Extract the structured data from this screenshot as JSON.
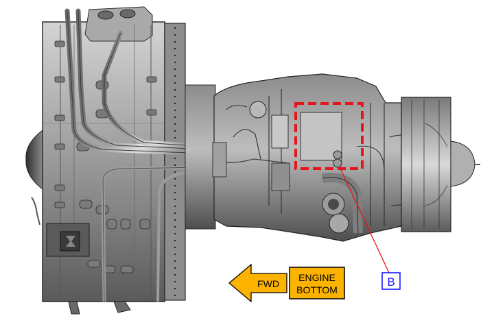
{
  "figure": {
    "subject": "engine-side-view-illustration",
    "view": "ENGINE BOTTOM"
  },
  "labels": {
    "direction_arrow": "FWD",
    "view_label_line1": "ENGINE",
    "view_label_line2": "BOTTOM",
    "callout": "B"
  },
  "colors": {
    "background": "#ffffff",
    "engine_dark": "#3a3a3a",
    "engine_mid": "#8a8a8a",
    "engine_light": "#cfcfcf",
    "detail_box": "#e8141b",
    "leader_line": "#e8141b",
    "callout_border": "#1a1aff",
    "callout_text": "#1a1aff",
    "label_fill": "#fbb300",
    "label_border": "#000000"
  }
}
